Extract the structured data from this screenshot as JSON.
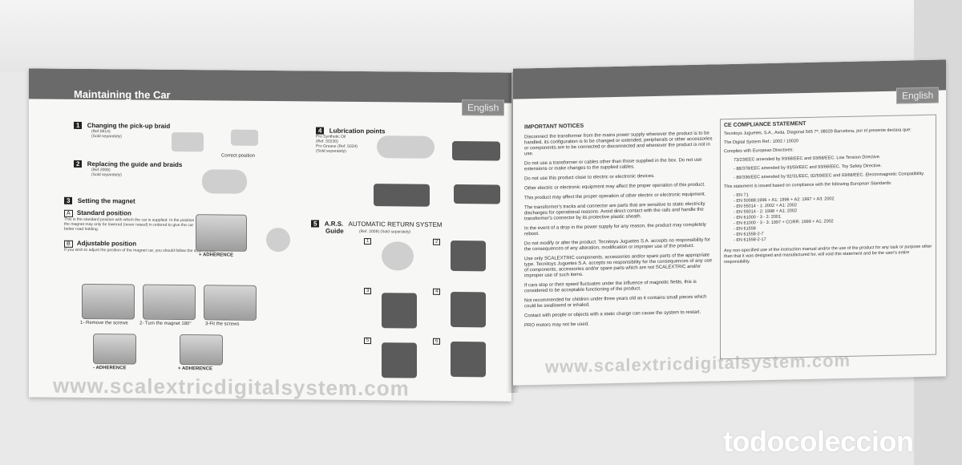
{
  "left_page": {
    "header_title": "Maintaining the Car",
    "language": "English",
    "s1": {
      "num": "1",
      "title": "Changing the pick-up braid",
      "ref": "(Ref.8614)",
      "sold": "(Sold separately)",
      "cap": "Correct position"
    },
    "s2": {
      "num": "2",
      "title": "Replacing the guide and braids",
      "ref": "(Ref.2008)",
      "sold": "(Sold separately)"
    },
    "s3": {
      "num": "3",
      "title": "Setting the magnet",
      "a_letter": "A",
      "a_title": "Standard position",
      "a_text": "This is the standard position with which the car is supplied. In the position the magnet may only be lowered (never raised) in ordered to give the car better road holding.",
      "a_cap": "+ ADHERENCE",
      "b_letter": "B",
      "b_title": "Adjustable position",
      "b_text": "If you wish to adjust the position of the magnet car, you should follow the steps below:",
      "steps": [
        "1- Remove the screws",
        "2- Turn the magnet 180°",
        "3-Fit the screws"
      ],
      "minus": "- ADHERENCE",
      "plus": "+ ADHERENCE"
    },
    "s4": {
      "num": "4",
      "title": "Lubrication points",
      "l1": "Pro Synthetic Oil",
      "l2": "(Ref. 50230)",
      "l3": "Pro Grease (Ref. 5024)",
      "l4": "(Sold separately)"
    },
    "s5": {
      "num": "5",
      "ars": "A.R.S.",
      "guide": "Guide",
      "title": "AUTOMATIC RETURN SYSTEM",
      "ref": "(Ref. 2008) (Sold separately)",
      "boxes": [
        "1",
        "2",
        "3",
        "4",
        "5",
        "6"
      ]
    },
    "watermark": "www.scalextricdigitalsystem.com"
  },
  "right_page": {
    "language": "English",
    "notices_title": "IMPORTANT NOTICES",
    "notices": [
      "Disconnect the transformer from the mains power supply whenever the product is to be handled, its configuration is to be changed or extended, peripherals or other accessories or components are to be connected or disconnected and whenever the product is not in use.",
      "Do not use a transformer or cables other than those supplied in the box. Do not use extensions or make changes to the supplied cables.",
      "Do not use this product close to electric or electronic devices.",
      "Other electric or electronic equipment may affect the proper operation of this product.",
      "This product may affect the proper operation of other electric or electronic equipment.",
      "The transformer's tracks and connector are parts that are sensitive to static electricity discharges for operational reasons. Avoid direct contact with the rails and handle the transformer's connector by its protective plastic sheath.",
      "In the event of a drop in the power supply for any reason, the product may completely reboot.",
      "Do not modify or alter the product. Tecnitoys Juguetes S.A. accepts no responsibility for the consequences of any alteration, modification or improper use of the product.",
      "Use only SCALEXTRIC components, accessories and/or spare parts of the appropriate type. Tecnitoys Juguetes S.A. accepts no responsibility for the consequences of any use of components, accessories and/or spare parts which are not SCALEXTRIC and/or improper use of such items.",
      "If cars stop or their speed fluctuates under the influence of magnetic fields, this is considered to be acceptable functioning of the product.",
      "Not recommended for children under three years old as it contains small pieces which could be swallowed or inhaled.",
      "Contact with people or objects with a static charge can cause the system to restart.",
      "PRO motors may not be used."
    ],
    "ce_title": "CE COMPLIANCE STATEMENT",
    "ce_intro": "Tecnitoys Juguetes, S.A., Avda. Diagonal 545 7ª, 08029 Barcelona, por el presente declara que:",
    "ce_system": "The Digital System   Ref.: 1002 / 10020",
    "ce_complies": "Complies with European Directives:",
    "ce_directives": [
      "73/23/EEC amended by 93/68/EEC and 93/68/EEC. Low Tension Directive.",
      "- 88/378/EEC amended by 93/59/EEC and 93/68/EEC. Toy Safety Directive.",
      "- 89/336/EEC amended by 92/31/EEC, 92/59/EEC and 93/68/EEC. Electromagnetic Compatibility."
    ],
    "ce_issued": "This statement is issued based on compliance with the following European Standards:",
    "ce_standards": [
      "- EN 71",
      "- EN 50088:1996 + A1: 1996 + A2: 1997 + A3: 2002",
      "- EN 55014 - 1: 2002 + A1: 2002",
      "- EN 55014 - 2: 1998 + A1: 2002",
      "- EN 61000 - 3 - 2: 2001",
      "- EN 61000 - 3 - 3: 1997 + CORR: 1999 + A1: 2002",
      "- EN 61558",
      "- EN 61558-2-7",
      "- EN 61558-2-17"
    ],
    "ce_footer": "Any non-specified use of the instruction manual and/or the use of the product for any task or purpose other than that it was designed and manufactured for, will void this statement and be the user's entire responsibility.",
    "watermark": "www.scalextricdigitalsystem.com"
  },
  "site_watermark": "todocoleccion"
}
